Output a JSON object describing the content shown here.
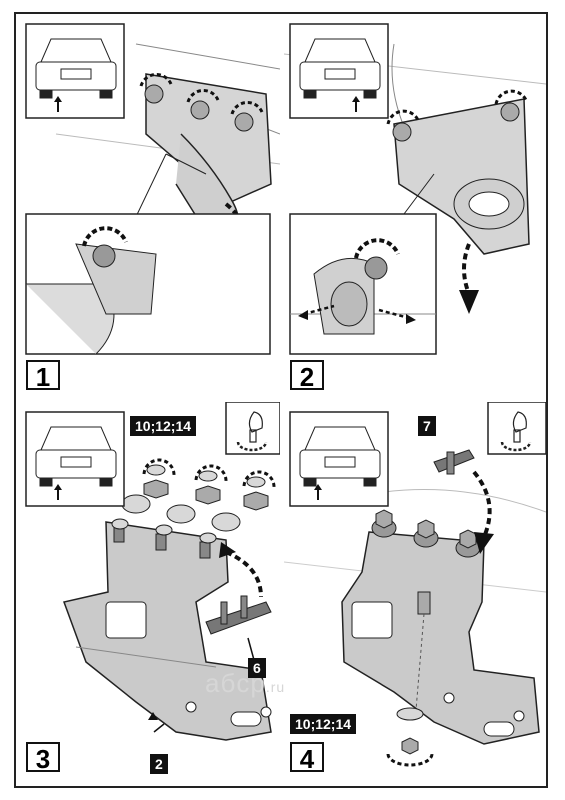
{
  "steps": [
    {
      "number": "1"
    },
    {
      "number": "2"
    },
    {
      "number": "3",
      "size_label": "10;12;14",
      "part_labels": [
        "6",
        "2"
      ]
    },
    {
      "number": "4",
      "size_label": "10;12;14",
      "part_labels": [
        "7"
      ]
    }
  ],
  "watermark": {
    "brand": "aбcp",
    "tld": ".ru"
  },
  "icons": [
    "car-rear-view-icon",
    "hand-wrench-icon",
    "nut-loosen-arrow-icon",
    "nut-tighten-arrow-icon"
  ]
}
